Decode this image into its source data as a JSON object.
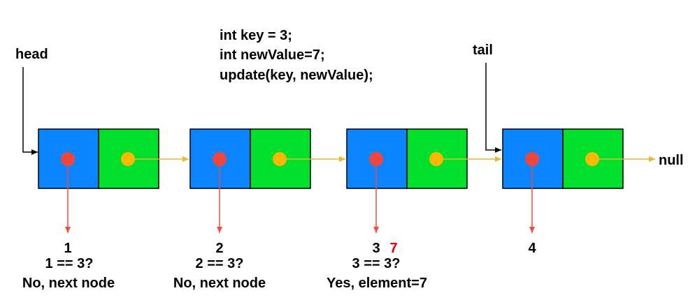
{
  "code_lines": [
    "int key = 3;",
    "int newValue=7;",
    "update(key, newValue);"
  ],
  "pointers": {
    "head": "head",
    "tail": "tail",
    "null": "null"
  },
  "nodes": [
    {
      "value": "1",
      "new_value": "",
      "check": "1 == 3?",
      "result": "No, next node"
    },
    {
      "value": "2",
      "new_value": "",
      "check": "2 == 3?",
      "result": "No, next node"
    },
    {
      "value": "3",
      "new_value": "7",
      "check": "3 == 3?",
      "result": "Yes, element=7"
    },
    {
      "value": "4",
      "new_value": "",
      "check": "",
      "result": ""
    }
  ],
  "colors": {
    "data_cell": "#0a84ff",
    "next_cell": "#00e02a",
    "data_dot": "#f2463c",
    "next_dot": "#fdb900",
    "next_arrow": "#f5b223",
    "value_arrow": "#ef4b3f",
    "pointer_arrow": "#000000",
    "highlight_text": "#e00000"
  }
}
